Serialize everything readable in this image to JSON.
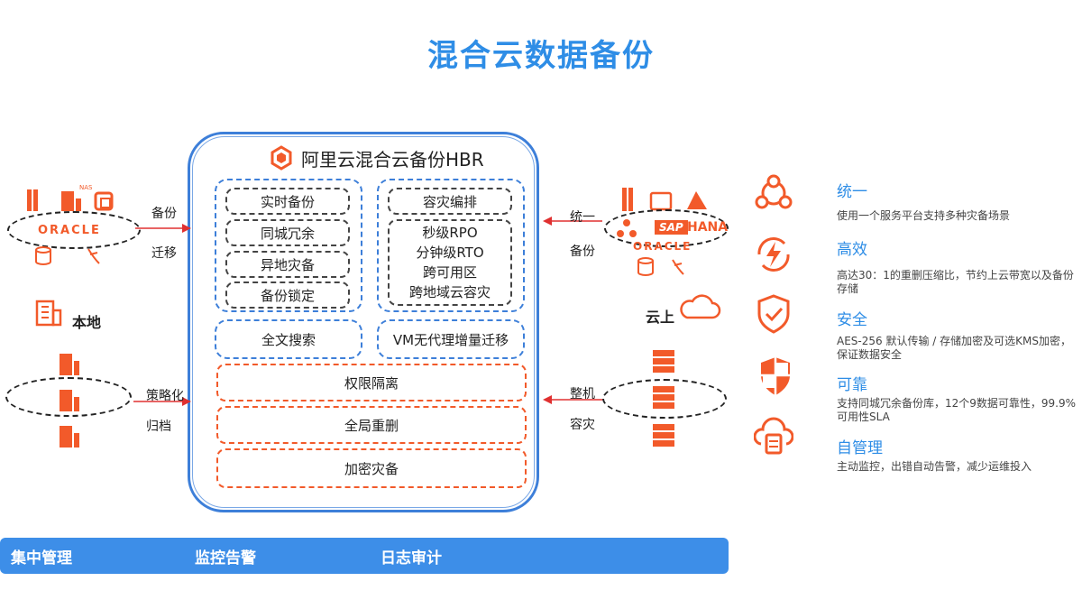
{
  "title": "混合云数据备份",
  "hbr": {
    "title": "阿里云混合云备份HBR",
    "left_group": [
      "实时备份",
      "同城冗余",
      "异地灾备",
      "备份锁定"
    ],
    "right_group_top": "容灾编排",
    "right_group_list": [
      "秒级RPO",
      "分钟级RTO",
      "跨可用区",
      "跨地域云容灾"
    ],
    "search": "全文搜索",
    "vm_migration": "VM无代理增量迁移",
    "red_items": [
      "权限隔离",
      "全局重删",
      "加密灾备"
    ]
  },
  "left": {
    "oracle": "ORACLE",
    "nas": "NAS",
    "arrow1_top": "备份",
    "arrow1_bottom": "迁移",
    "local": "本地",
    "arrow2_top": "策略化",
    "arrow2_bottom": "归档"
  },
  "right": {
    "sap": "SAP",
    "hana": "HANA",
    "oracle": "ORACLE",
    "arrow1_top": "统一",
    "arrow1_bottom": "备份",
    "cloud": "云上",
    "arrow2_top": "整机",
    "arrow2_bottom": "容灾"
  },
  "features": [
    {
      "icon": "share-network-icon",
      "title": "统一",
      "desc": "使用一个服务平台支持多种灾备场景"
    },
    {
      "icon": "lightning-icon",
      "title": "高效",
      "desc": "高达30：1的重删压缩比，节约上云带宽以及备份存储"
    },
    {
      "icon": "shield-check-icon",
      "title": "安全",
      "desc": "AES-256 默认传输 / 存储加密及可选KMS加密，保证数据安全"
    },
    {
      "icon": "shield-icon",
      "title": "可靠",
      "desc": "支持同城冗余备份库，12个9数据可靠性，99.9%可用性SLA"
    },
    {
      "icon": "cloud-server-icon",
      "title": "自管理",
      "desc": "主动监控，出错自动告警，减少运维投入"
    }
  ],
  "bottom_bar": [
    "集中管理",
    "监控告警",
    "日志审计"
  ],
  "colors": {
    "accent_blue": "#2e8de6",
    "accent_orange": "#f25a2a",
    "bar_blue": "#3d8ee8"
  }
}
